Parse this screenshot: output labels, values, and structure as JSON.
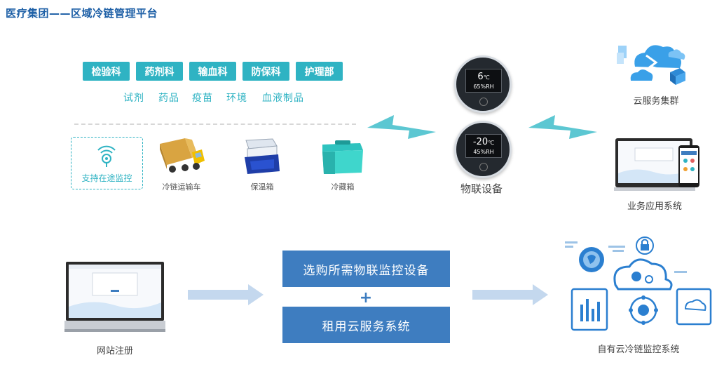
{
  "title": "医疗集团——区域冷链管理平台",
  "departments": [
    "检验科",
    "药剂科",
    "输血科",
    "防保科",
    "护理部"
  ],
  "items": [
    "试剂",
    "药品",
    "疫苗",
    "环境",
    "血液制品"
  ],
  "monitor_label": "支持在途监控",
  "vehicles": [
    "冷链运输车",
    "保温箱",
    "冷藏箱"
  ],
  "devices": [
    {
      "temp": "6",
      "unit": "℃",
      "hum": "65%RH"
    },
    {
      "temp": "-20",
      "unit": "℃",
      "hum": "45%RH"
    }
  ],
  "device_label": "物联设备",
  "cloud_label": "云服务集群",
  "app_label": "业务应用系统",
  "web_label": "网站注册",
  "option1": "选购所需物联监控设备",
  "plus": "+",
  "option2": "租用云服务系统",
  "self_label": "自有云冷链监控系统",
  "colors": {
    "title": "#1d5fa6",
    "teal": "#2fb3c3",
    "blue": "#3e7dc0"
  }
}
